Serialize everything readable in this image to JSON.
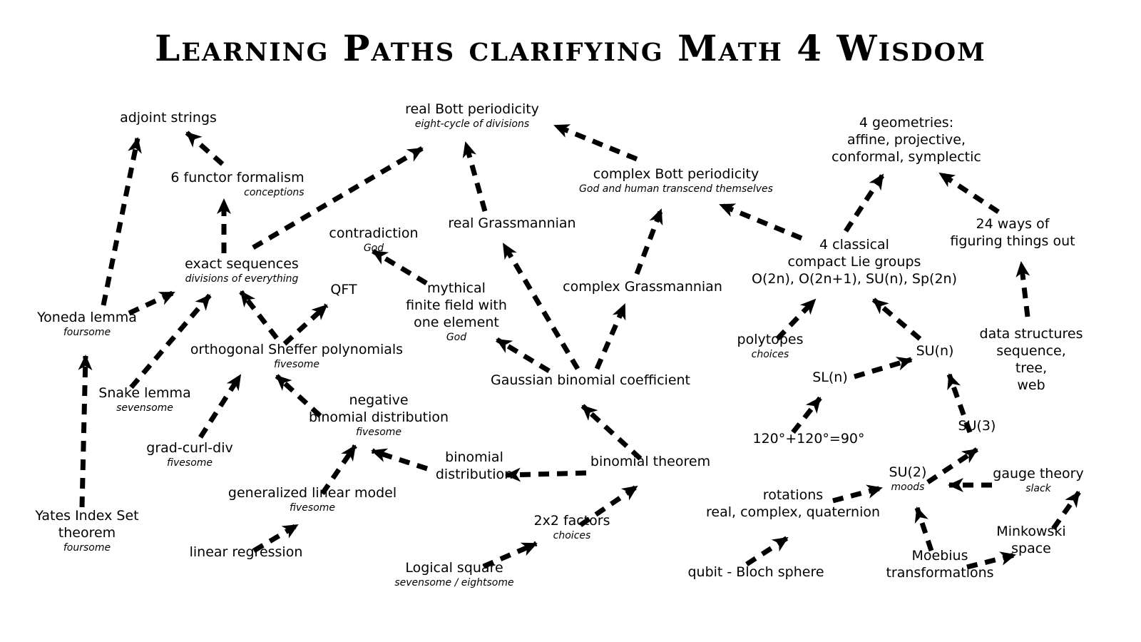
{
  "title": "Learning Paths clarifying Math 4 Wisdom",
  "nodes": {
    "adjoint": {
      "lines": [
        "adjoint strings"
      ]
    },
    "bott_real": {
      "lines": [
        "real Bott periodicity"
      ],
      "sub": "eight-cycle of divisions"
    },
    "geometries": {
      "lines": [
        "4 geometries:",
        "affine, projective,",
        "conformal, symplectic"
      ]
    },
    "six_functor": {
      "lines": [
        "6 functor formalism"
      ],
      "sub": "conceptions"
    },
    "bott_complex": {
      "lines": [
        "complex Bott periodicity"
      ],
      "sub": "God and human transcend themselves"
    },
    "ways24": {
      "lines": [
        "24 ways of",
        "figuring things out"
      ]
    },
    "contradiction": {
      "lines": [
        "contradiction"
      ],
      "sub": "God"
    },
    "real_grass": {
      "lines": [
        "real Grassmannian"
      ]
    },
    "classical": {
      "lines": [
        "4 classical",
        "compact Lie groups",
        "O(2n), O(2n+1), SU(n), Sp(2n)"
      ]
    },
    "exact": {
      "lines": [
        "exact sequences"
      ],
      "sub": "divisions of everything"
    },
    "qft": {
      "lines": [
        "QFT"
      ]
    },
    "mythical": {
      "lines": [
        "mythical",
        "finite field with",
        "one element"
      ],
      "sub": "God"
    },
    "complex_grass": {
      "lines": [
        "complex Grassmannian"
      ]
    },
    "yoneda": {
      "lines": [
        "Yoneda lemma"
      ],
      "sub": "foursome"
    },
    "sheffer": {
      "lines": [
        "orthogonal Sheffer polynomials"
      ],
      "sub": "fivesome"
    },
    "polytopes": {
      "lines": [
        "polytopes"
      ],
      "sub": "choices"
    },
    "data_structures": {
      "lines": [
        "data structures",
        "sequence,",
        "tree,",
        "web"
      ]
    },
    "sun": {
      "lines": [
        "SU(n)"
      ]
    },
    "gaussian": {
      "lines": [
        "Gaussian binomial coefficient"
      ]
    },
    "sln": {
      "lines": [
        "SL(n)"
      ]
    },
    "snake": {
      "lines": [
        "Snake lemma"
      ],
      "sub": "sevensome"
    },
    "neg_binomial": {
      "lines": [
        "negative",
        "binomial distribution"
      ],
      "sub": "fivesome"
    },
    "angles": {
      "lines": [
        "120°+120°=90°"
      ]
    },
    "su3": {
      "lines": [
        "SU(3)"
      ]
    },
    "grad": {
      "lines": [
        "grad-curl-div"
      ],
      "sub": "fivesome"
    },
    "binom_dist": {
      "lines": [
        "binomial",
        "distribution"
      ]
    },
    "binom_thm": {
      "lines": [
        "binomial theorem"
      ]
    },
    "su2": {
      "lines": [
        "SU(2)"
      ],
      "sub": "moods"
    },
    "gauge": {
      "lines": [
        "gauge theory"
      ],
      "sub": "slack"
    },
    "glm": {
      "lines": [
        "generalized linear model"
      ],
      "sub": "fivesome"
    },
    "rotations": {
      "lines": [
        "rotations",
        "real, complex, quaternion"
      ]
    },
    "yates": {
      "lines": [
        "Yates Index Set",
        "theorem"
      ],
      "sub": "foursome"
    },
    "factors": {
      "lines": [
        "2x2 factors"
      ],
      "sub": "choices"
    },
    "minkowski": {
      "lines": [
        "Minkowski",
        "space"
      ]
    },
    "linreg": {
      "lines": [
        "linear regression"
      ]
    },
    "moebius": {
      "lines": [
        "Moebius",
        "transformations"
      ]
    },
    "qubit": {
      "lines": [
        "qubit - Bloch sphere"
      ]
    },
    "logical": {
      "lines": [
        "Logical square"
      ],
      "sub": "sevensome / eightsome"
    }
  },
  "edges": [
    [
      "yoneda",
      "adjoint"
    ],
    [
      "six_functor",
      "adjoint"
    ],
    [
      "exact",
      "six_functor"
    ],
    [
      "exact",
      "bott_real"
    ],
    [
      "real_grass",
      "bott_real"
    ],
    [
      "bott_complex",
      "bott_real"
    ],
    [
      "classical",
      "bott_complex"
    ],
    [
      "complex_grass",
      "bott_complex"
    ],
    [
      "classical",
      "geometries"
    ],
    [
      "ways24",
      "geometries"
    ],
    [
      "data_structures",
      "ways24"
    ],
    [
      "mythical",
      "contradiction"
    ],
    [
      "gaussian",
      "real_grass"
    ],
    [
      "gaussian",
      "complex_grass"
    ],
    [
      "gaussian",
      "mythical"
    ],
    [
      "binom_thm",
      "gaussian"
    ],
    [
      "yoneda",
      "exact"
    ],
    [
      "snake",
      "exact"
    ],
    [
      "sheffer",
      "exact"
    ],
    [
      "sheffer",
      "qft"
    ],
    [
      "yates",
      "yoneda"
    ],
    [
      "grad",
      "sheffer"
    ],
    [
      "neg_binomial",
      "sheffer"
    ],
    [
      "binom_dist",
      "neg_binomial"
    ],
    [
      "glm",
      "neg_binomial"
    ],
    [
      "linreg",
      "glm"
    ],
    [
      "binom_thm",
      "binom_dist"
    ],
    [
      "factors",
      "binom_thm"
    ],
    [
      "logical",
      "factors"
    ],
    [
      "polytopes",
      "classical"
    ],
    [
      "sun",
      "classical"
    ],
    [
      "sln",
      "sun"
    ],
    [
      "angles",
      "sln"
    ],
    [
      "su3",
      "sun"
    ],
    [
      "su2",
      "su3"
    ],
    [
      "rotations",
      "su2"
    ],
    [
      "gauge",
      "su2"
    ],
    [
      "moebius",
      "su2"
    ],
    [
      "qubit",
      "rotations"
    ],
    [
      "moebius",
      "minkowski"
    ],
    [
      "minkowski",
      "gauge"
    ]
  ]
}
